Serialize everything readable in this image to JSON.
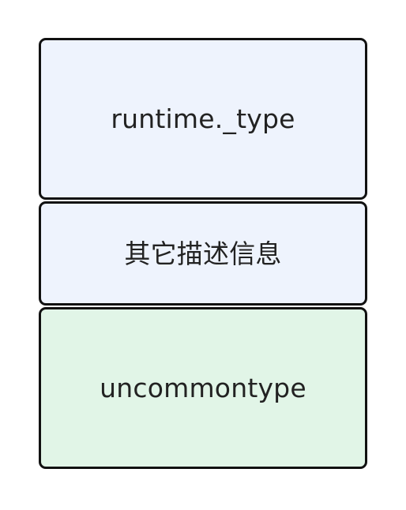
{
  "diagram": {
    "blocks": [
      {
        "label": "runtime._type",
        "fill": "#eef3fd"
      },
      {
        "label": "其它描述信息",
        "fill": "#eef3fd"
      },
      {
        "label": "uncommontype",
        "fill": "#e1f5e7"
      }
    ]
  }
}
